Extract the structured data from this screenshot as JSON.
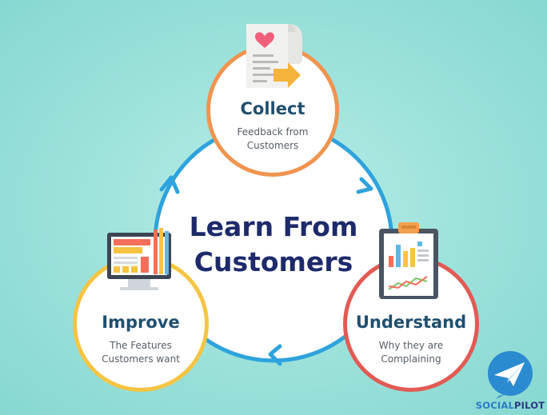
{
  "center": {
    "title_line1": "Learn From",
    "title_line2": "Customers"
  },
  "steps": [
    {
      "title": "Collect",
      "subtitle_line1": "Feedback from",
      "subtitle_line2": "Customers",
      "color": "#f0944f",
      "icon": "document-heart-icon"
    },
    {
      "title": "Understand",
      "subtitle_line1": "Why they are",
      "subtitle_line2": "Complaining",
      "color": "#e35a55",
      "icon": "clipboard-chart-icon"
    },
    {
      "title": "Improve",
      "subtitle_line1": "The Features",
      "subtitle_line2": "Customers want",
      "color": "#f5c443",
      "icon": "monitor-layout-icon"
    }
  ],
  "loop_color": "#2ea3dd",
  "title_color": "#1d2a6b",
  "brand": {
    "word_part1": "SOCIAL",
    "word_part2": "PILOT",
    "color_primary": "#2a7cc2",
    "color_secondary": "#2a3a7c",
    "icon": "paper-plane-icon"
  }
}
